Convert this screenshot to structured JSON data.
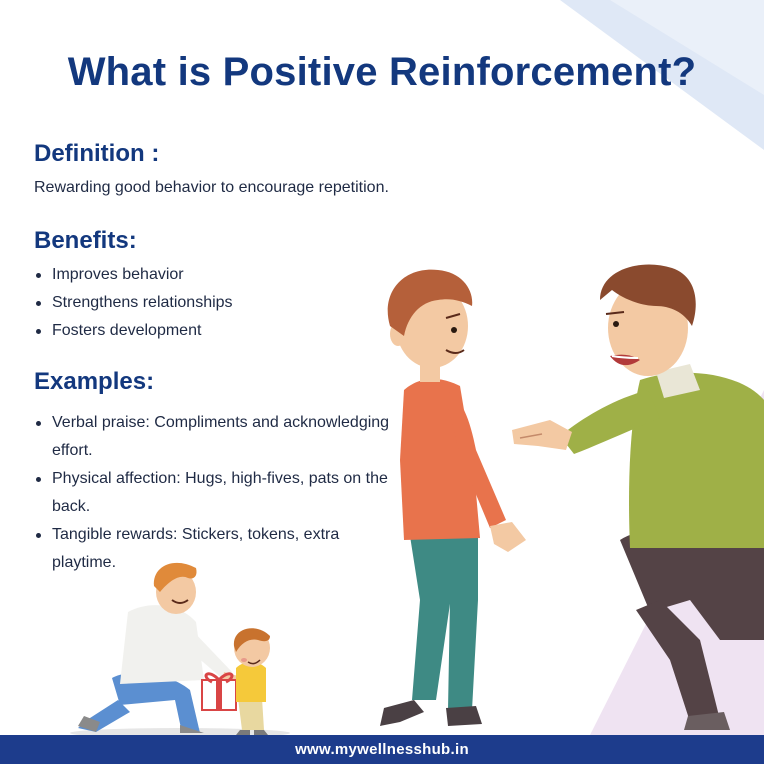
{
  "title": "What is Positive Reinforcement?",
  "definition": {
    "heading": "Definition :",
    "text": "Rewarding good behavior to encourage repetition."
  },
  "benefits": {
    "heading": "Benefits:",
    "items": [
      "Improves behavior",
      "Strengthens relationships",
      "Fosters development"
    ]
  },
  "examples": {
    "heading": "Examples:",
    "items": [
      "Verbal praise: Compliments and acknowledging effort.",
      "Physical affection: Hugs, high-fives, pats on the back.",
      "Tangible rewards: Stickers, tokens, extra playtime."
    ]
  },
  "footer": {
    "url": "www.mywellnesshub.in"
  },
  "colors": {
    "title": "#13387e",
    "footer_bg": "#1d3c8c",
    "text": "#1f2a44"
  }
}
